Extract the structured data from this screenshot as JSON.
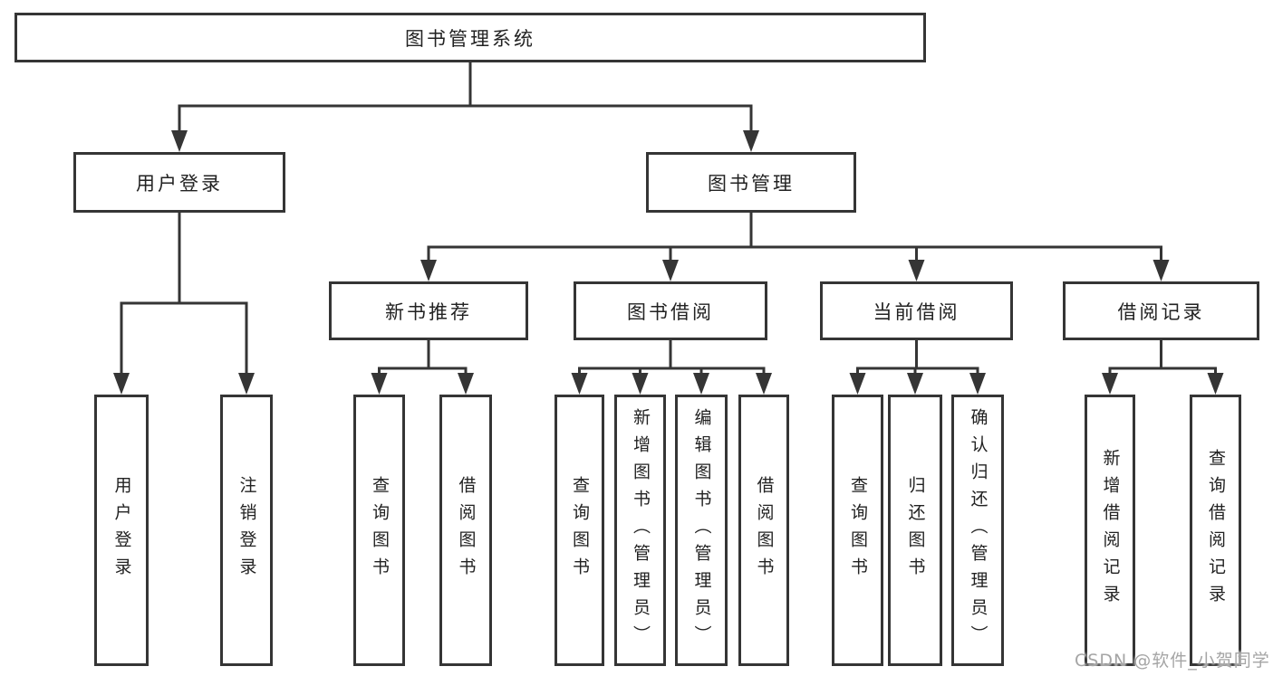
{
  "nodes": {
    "root": {
      "label": "图书管理系统"
    },
    "user_login": {
      "label": "用户登录"
    },
    "book_mgmt": {
      "label": "图书管理"
    },
    "new_book_rec": {
      "label": "新书推荐"
    },
    "book_borrow": {
      "label": "图书借阅"
    },
    "current_borrow": {
      "label": "当前借阅"
    },
    "borrow_record": {
      "label": "借阅记录"
    },
    "leaf_user_login": {
      "label": "用户登录"
    },
    "leaf_logout": {
      "label": "注销登录"
    },
    "leaf_nb_query": {
      "label": "查询图书"
    },
    "leaf_nb_borrow": {
      "label": "借阅图书"
    },
    "leaf_bw_query": {
      "label": "查询图书"
    },
    "leaf_bw_add": {
      "label": "新增图书（管理员）"
    },
    "leaf_bw_edit": {
      "label": "编辑图书（管理员）"
    },
    "leaf_bw_borrow": {
      "label": "借阅图书"
    },
    "leaf_cur_query": {
      "label": "查询图书"
    },
    "leaf_cur_return": {
      "label": "归还图书"
    },
    "leaf_cur_confirm": {
      "label": "确认归还（管理员）"
    },
    "leaf_rec_add": {
      "label": "新增借阅记录"
    },
    "leaf_rec_query": {
      "label": "查询借阅记录"
    }
  },
  "watermark": {
    "text": "CSDN @软件_小贺同学",
    "color": "#a5a5a5"
  },
  "colors": {
    "line": "#353535",
    "node_border": "#353535",
    "node_fill": "#ffffff",
    "text": "#222222",
    "background": "#ffffff"
  }
}
